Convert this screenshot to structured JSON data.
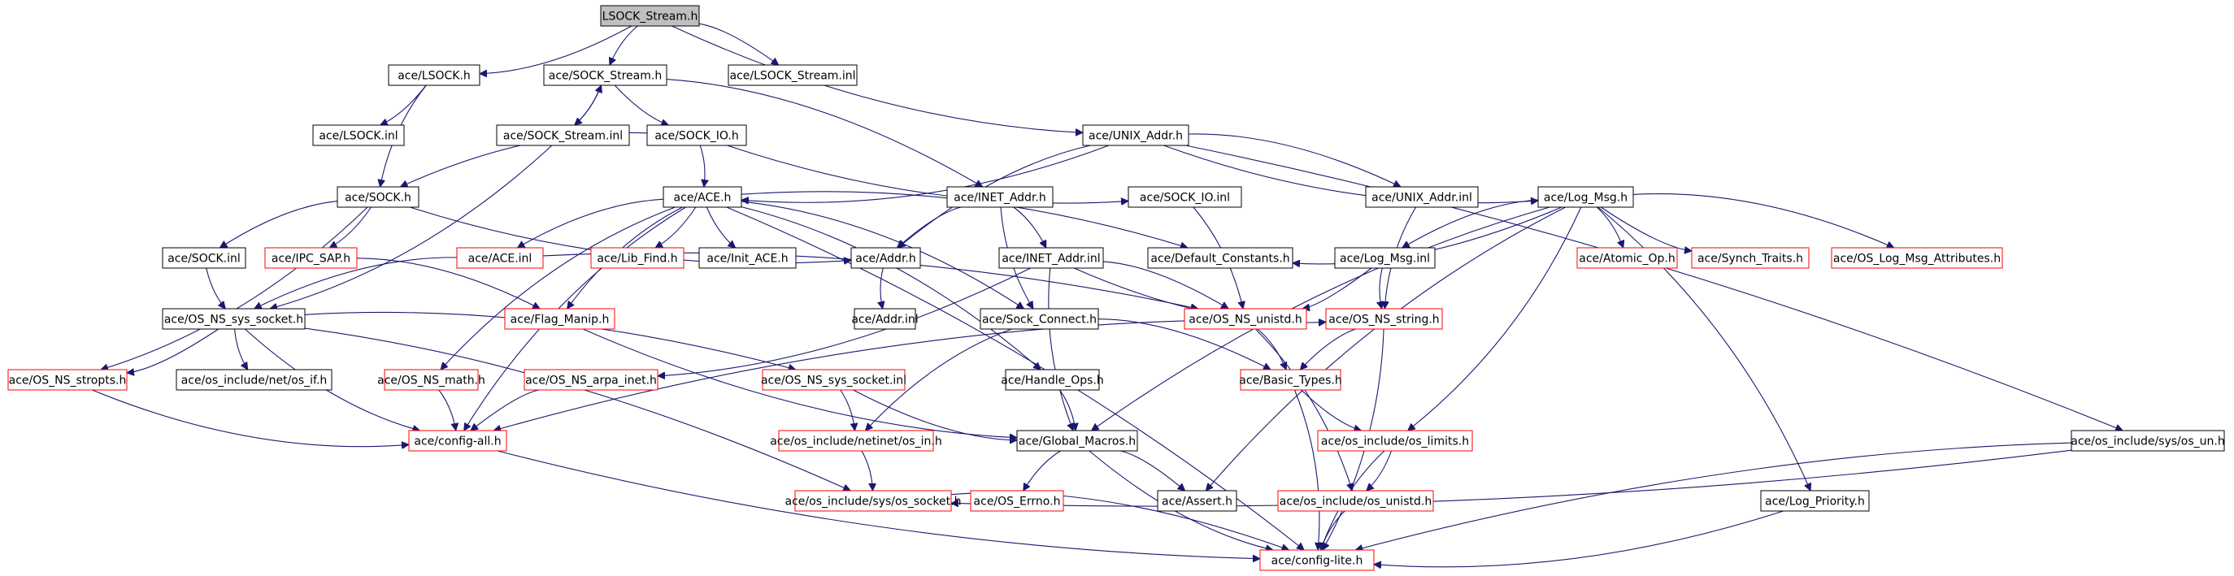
{
  "diagram": {
    "colors": {
      "edge": "#191970",
      "leaf_border": "#000000",
      "truncated_border": "#ff0000",
      "root_fill": "#bfbfbf",
      "node_fill": "#ffffff"
    },
    "nodes": [
      {
        "id": "n0",
        "label": "LSOCK_Stream.h",
        "style": "root"
      },
      {
        "id": "n1",
        "label": "ace/LSOCK.h",
        "style": "normal"
      },
      {
        "id": "n2",
        "label": "ace/SOCK_Stream.h",
        "style": "normal"
      },
      {
        "id": "n3",
        "label": "ace/LSOCK_Stream.inl",
        "style": "normal"
      },
      {
        "id": "n4",
        "label": "ace/LSOCK.inl",
        "style": "normal"
      },
      {
        "id": "n5",
        "label": "ace/SOCK_Stream.inl",
        "style": "normal"
      },
      {
        "id": "n6",
        "label": "ace/SOCK_IO.h",
        "style": "normal"
      },
      {
        "id": "n7",
        "label": "ace/UNIX_Addr.h",
        "style": "normal"
      },
      {
        "id": "n8",
        "label": "ace/SOCK.h",
        "style": "normal"
      },
      {
        "id": "n9",
        "label": "ace/ACE.h",
        "style": "normal"
      },
      {
        "id": "n10",
        "label": "ace/INET_Addr.h",
        "style": "normal"
      },
      {
        "id": "n11",
        "label": "ace/SOCK_IO.inl",
        "style": "normal"
      },
      {
        "id": "n12",
        "label": "ace/UNIX_Addr.inl",
        "style": "normal"
      },
      {
        "id": "n13",
        "label": "ace/Log_Msg.h",
        "style": "normal"
      },
      {
        "id": "n14",
        "label": "ace/SOCK.inl",
        "style": "normal"
      },
      {
        "id": "n15",
        "label": "ace/IPC_SAP.h",
        "style": "truncated"
      },
      {
        "id": "n16",
        "label": "ace/ACE.inl",
        "style": "truncated"
      },
      {
        "id": "n17",
        "label": "ace/Lib_Find.h",
        "style": "truncated"
      },
      {
        "id": "n18",
        "label": "ace/Init_ACE.h",
        "style": "normal"
      },
      {
        "id": "n19",
        "label": "ace/Addr.h",
        "style": "normal"
      },
      {
        "id": "n20",
        "label": "ace/INET_Addr.inl",
        "style": "normal"
      },
      {
        "id": "n21",
        "label": "ace/Default_Constants.h",
        "style": "normal"
      },
      {
        "id": "n22",
        "label": "ace/Log_Msg.inl",
        "style": "normal"
      },
      {
        "id": "n23",
        "label": "ace/Atomic_Op.h",
        "style": "truncated"
      },
      {
        "id": "n24",
        "label": "ace/Synch_Traits.h",
        "style": "truncated"
      },
      {
        "id": "n25",
        "label": "ace/OS_Log_Msg_Attributes.h",
        "style": "truncated"
      },
      {
        "id": "n26",
        "label": "ace/OS_NS_sys_socket.h",
        "style": "normal"
      },
      {
        "id": "n27",
        "label": "ace/Flag_Manip.h",
        "style": "truncated"
      },
      {
        "id": "n28",
        "label": "ace/Addr.inl",
        "style": "normal"
      },
      {
        "id": "n29",
        "label": "ace/Sock_Connect.h",
        "style": "normal"
      },
      {
        "id": "n30",
        "label": "ace/OS_NS_unistd.h",
        "style": "truncated"
      },
      {
        "id": "n31",
        "label": "ace/OS_NS_string.h",
        "style": "truncated"
      },
      {
        "id": "n32",
        "label": "ace/OS_NS_stropts.h",
        "style": "truncated"
      },
      {
        "id": "n33",
        "label": "ace/os_include/net/os_if.h",
        "style": "normal"
      },
      {
        "id": "n34",
        "label": "ace/OS_NS_math.h",
        "style": "truncated"
      },
      {
        "id": "n35",
        "label": "ace/OS_NS_arpa_inet.h",
        "style": "truncated"
      },
      {
        "id": "n36",
        "label": "ace/OS_NS_sys_socket.inl",
        "style": "truncated"
      },
      {
        "id": "n37",
        "label": "ace/Handle_Ops.h",
        "style": "normal"
      },
      {
        "id": "n38",
        "label": "ace/Basic_Types.h",
        "style": "truncated"
      },
      {
        "id": "n39",
        "label": "ace/config-all.h",
        "style": "truncated"
      },
      {
        "id": "n40",
        "label": "ace/os_include/netinet/os_in.h",
        "style": "truncated"
      },
      {
        "id": "n41",
        "label": "ace/Global_Macros.h",
        "style": "normal"
      },
      {
        "id": "n42",
        "label": "ace/os_include/os_limits.h",
        "style": "truncated"
      },
      {
        "id": "n43",
        "label": "ace/os_include/sys/os_un.h",
        "style": "normal"
      },
      {
        "id": "n44",
        "label": "ace/os_include/sys/os_socket.h",
        "style": "truncated"
      },
      {
        "id": "n45",
        "label": "ace/OS_Errno.h",
        "style": "truncated"
      },
      {
        "id": "n46",
        "label": "ace/Assert.h",
        "style": "normal"
      },
      {
        "id": "n47",
        "label": "ace/os_include/os_unistd.h",
        "style": "truncated"
      },
      {
        "id": "n48",
        "label": "ace/Log_Priority.h",
        "style": "normal"
      },
      {
        "id": "n49",
        "label": "ace/config-lite.h",
        "style": "truncated"
      }
    ],
    "edges": [
      [
        "n0",
        "n1"
      ],
      [
        "n0",
        "n2"
      ],
      [
        "n0",
        "n3"
      ],
      [
        "n0",
        "n7"
      ],
      [
        "n1",
        "n4"
      ],
      [
        "n1",
        "n8"
      ],
      [
        "n2",
        "n5"
      ],
      [
        "n2",
        "n6"
      ],
      [
        "n2",
        "n10"
      ],
      [
        "n5",
        "n2"
      ],
      [
        "n5",
        "n26"
      ],
      [
        "n6",
        "n8"
      ],
      [
        "n6",
        "n9"
      ],
      [
        "n6",
        "n11"
      ],
      [
        "n7",
        "n9"
      ],
      [
        "n7",
        "n19"
      ],
      [
        "n7",
        "n12"
      ],
      [
        "n7",
        "n13"
      ],
      [
        "n7",
        "n43"
      ],
      [
        "n8",
        "n14"
      ],
      [
        "n8",
        "n15"
      ],
      [
        "n8",
        "n19"
      ],
      [
        "n8",
        "n32"
      ],
      [
        "n9",
        "n16"
      ],
      [
        "n9",
        "n17"
      ],
      [
        "n9",
        "n18"
      ],
      [
        "n9",
        "n21"
      ],
      [
        "n9",
        "n27"
      ],
      [
        "n9",
        "n29"
      ],
      [
        "n9",
        "n34"
      ],
      [
        "n9",
        "n37"
      ],
      [
        "n9",
        "n39"
      ],
      [
        "n9",
        "n49"
      ],
      [
        "n10",
        "n19"
      ],
      [
        "n10",
        "n20"
      ],
      [
        "n10",
        "n29"
      ],
      [
        "n11",
        "n30"
      ],
      [
        "n12",
        "n31"
      ],
      [
        "n13",
        "n21"
      ],
      [
        "n13",
        "n22"
      ],
      [
        "n13",
        "n23"
      ],
      [
        "n13",
        "n24"
      ],
      [
        "n13",
        "n25"
      ],
      [
        "n13",
        "n41"
      ],
      [
        "n13",
        "n42"
      ],
      [
        "n13",
        "n46"
      ],
      [
        "n13",
        "n48"
      ],
      [
        "n14",
        "n26"
      ],
      [
        "n15",
        "n27"
      ],
      [
        "n16",
        "n26"
      ],
      [
        "n16",
        "n30"
      ],
      [
        "n19",
        "n28"
      ],
      [
        "n20",
        "n30"
      ],
      [
        "n20",
        "n31"
      ],
      [
        "n20",
        "n35"
      ],
      [
        "n20",
        "n41"
      ],
      [
        "n22",
        "n30"
      ],
      [
        "n22",
        "n31"
      ],
      [
        "n26",
        "n32"
      ],
      [
        "n26",
        "n33"
      ],
      [
        "n26",
        "n36"
      ],
      [
        "n26",
        "n39"
      ],
      [
        "n26",
        "n44"
      ],
      [
        "n27",
        "n41"
      ],
      [
        "n29",
        "n38"
      ],
      [
        "n29",
        "n40"
      ],
      [
        "n30",
        "n38"
      ],
      [
        "n30",
        "n39"
      ],
      [
        "n30",
        "n47"
      ],
      [
        "n31",
        "n38"
      ],
      [
        "n31",
        "n49"
      ],
      [
        "n32",
        "n39"
      ],
      [
        "n34",
        "n39"
      ],
      [
        "n35",
        "n39"
      ],
      [
        "n36",
        "n40"
      ],
      [
        "n36",
        "n41"
      ],
      [
        "n37",
        "n41"
      ],
      [
        "n38",
        "n42"
      ],
      [
        "n38",
        "n49"
      ],
      [
        "n39",
        "n49"
      ],
      [
        "n40",
        "n44"
      ],
      [
        "n41",
        "n45"
      ],
      [
        "n41",
        "n46"
      ],
      [
        "n41",
        "n49"
      ],
      [
        "n42",
        "n47"
      ],
      [
        "n42",
        "n49"
      ],
      [
        "n43",
        "n44"
      ],
      [
        "n43",
        "n49"
      ],
      [
        "n44",
        "n49"
      ],
      [
        "n47",
        "n49"
      ],
      [
        "n48",
        "n49"
      ]
    ]
  }
}
